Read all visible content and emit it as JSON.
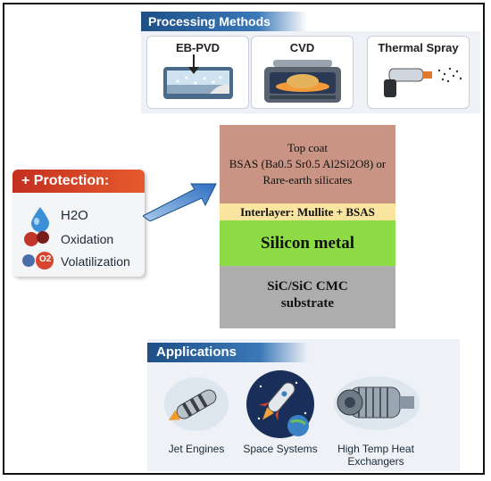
{
  "processing": {
    "title": "Processing Methods",
    "methods": [
      "EB-PVD",
      "CVD",
      "Thermal Spray"
    ]
  },
  "protection": {
    "title": "+ Protection:",
    "items": [
      "H2O",
      "Oxidation",
      "Volatilization"
    ],
    "o2_badge": "O2"
  },
  "layers": {
    "top_coat_line1": "Top coat",
    "top_coat_formula": "BSAS (Ba0.5 Sr0.5 Al2Si2O8) or",
    "top_coat_line3": "Rare-earth silicates",
    "interlayer": "Interlayer: Mullite + BSAS",
    "bond": "Silicon metal",
    "substrate_line1": "SiC/SiC CMC",
    "substrate_line2": "substrate"
  },
  "applications": {
    "title": "Applications",
    "items": [
      "Jet Engines",
      "Space Systems",
      "High Temp Heat Exchangers"
    ]
  },
  "colors": {
    "top_coat": "#c99483",
    "interlayer": "#fae5a0",
    "silicon": "#8edc45",
    "substrate": "#adadad",
    "header_blue": "#1e4f86",
    "header_red": "#c42f1f"
  }
}
